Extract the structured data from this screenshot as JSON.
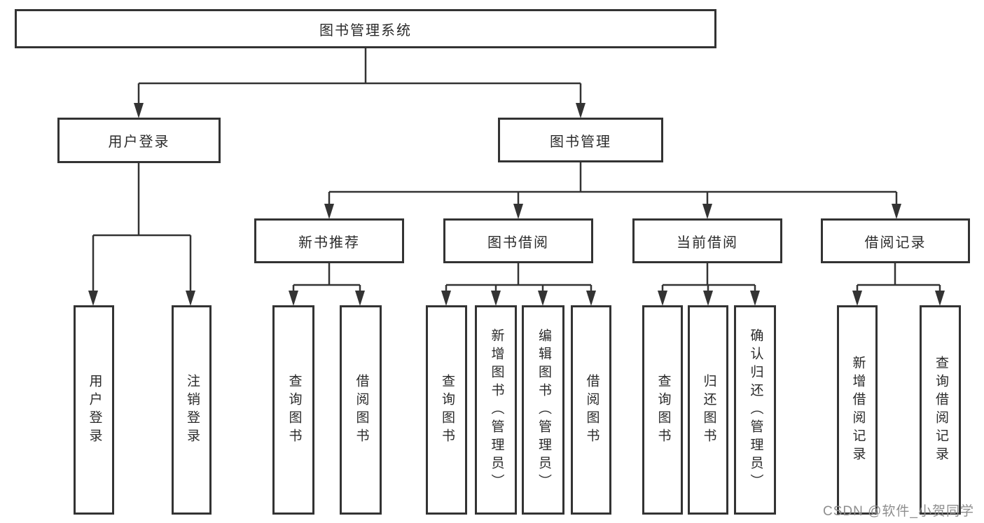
{
  "diagram_type": "hierarchy-chart",
  "tree": {
    "label": "图书管理系统",
    "children": [
      {
        "label": "用户登录",
        "children": [
          {
            "label": "用户登录"
          },
          {
            "label": "注销登录"
          }
        ]
      },
      {
        "label": "图书管理",
        "children": [
          {
            "label": "新书推荐",
            "children": [
              {
                "label": "查询图书"
              },
              {
                "label": "借阅图书"
              }
            ]
          },
          {
            "label": "图书借阅",
            "children": [
              {
                "label": "查询图书"
              },
              {
                "label": "新增图书（管理员）"
              },
              {
                "label": "编辑图书（管理员）"
              },
              {
                "label": "借阅图书"
              }
            ]
          },
          {
            "label": "当前借阅",
            "children": [
              {
                "label": "查询图书"
              },
              {
                "label": "归还图书"
              },
              {
                "label": "确认归还（管理员）"
              }
            ]
          },
          {
            "label": "借阅记录",
            "children": [
              {
                "label": "新增借阅记录"
              },
              {
                "label": "查询借阅记录"
              }
            ]
          }
        ]
      }
    ]
  },
  "watermark": {
    "text": "CSDN @软件_小贺同学"
  },
  "colors": {
    "line": "#333333",
    "text": "#2b2b2b",
    "watermark": "#8e8e8e",
    "bg": "#ffffff"
  }
}
